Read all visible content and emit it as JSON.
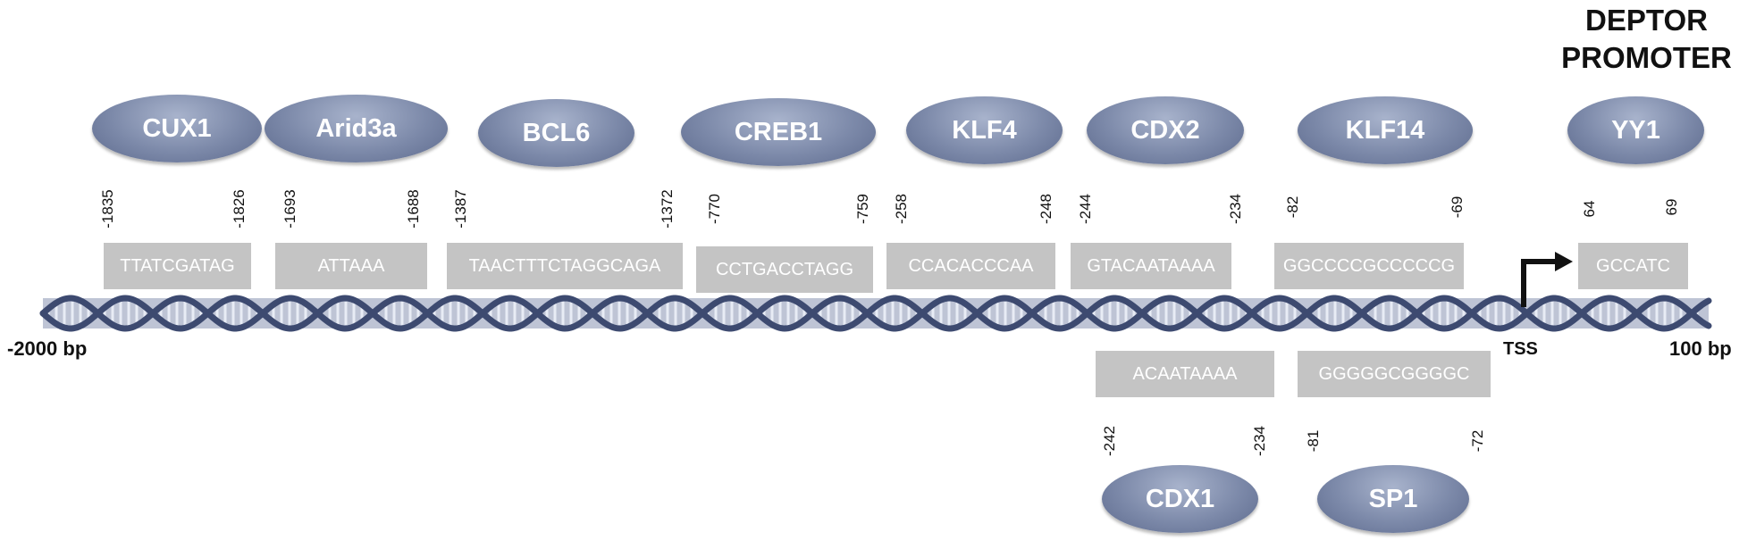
{
  "title": [
    "DEPTOR",
    "PROMOTER"
  ],
  "axis": {
    "start": "-2000 bp",
    "end": "100 bp",
    "tss": "TSS"
  },
  "colors": {
    "factor": "#7c89a9",
    "site": "#c4c4c4",
    "helix": "#3d4a70"
  },
  "upper_sites": [
    {
      "factor": "CUX1",
      "sequence": "TTATCGATAG",
      "start": "-1835",
      "end": "-1826"
    },
    {
      "factor": "Arid3a",
      "sequence": "ATTAAA",
      "start": "-1693",
      "end": "-1688"
    },
    {
      "factor": "BCL6",
      "sequence": "TAACTTTCTAGGCAGA",
      "start": "-1387",
      "end": "-1372"
    },
    {
      "factor": "CREB1",
      "sequence": "CCTGACCTAGG",
      "start": "-770",
      "end": "-759"
    },
    {
      "factor": "KLF4",
      "sequence": "CCACACCCAA",
      "start": "-258",
      "end": "-248"
    },
    {
      "factor": "CDX2",
      "sequence": "GTACAATAAAA",
      "start": "-244",
      "end": "-234"
    },
    {
      "factor": "KLF14",
      "sequence": "GGCCCCGCCCCCG",
      "start": "-82",
      "end": "-69"
    },
    {
      "factor": "YY1",
      "sequence": "GCCATC",
      "start": "64",
      "end": "69"
    }
  ],
  "lower_sites": [
    {
      "factor": "CDX1",
      "sequence": "ACAATAAAA",
      "start": "-242",
      "end": "-234"
    },
    {
      "factor": "SP1",
      "sequence": "GGGGGCGGGGC",
      "start": "-81",
      "end": "-72"
    }
  ]
}
